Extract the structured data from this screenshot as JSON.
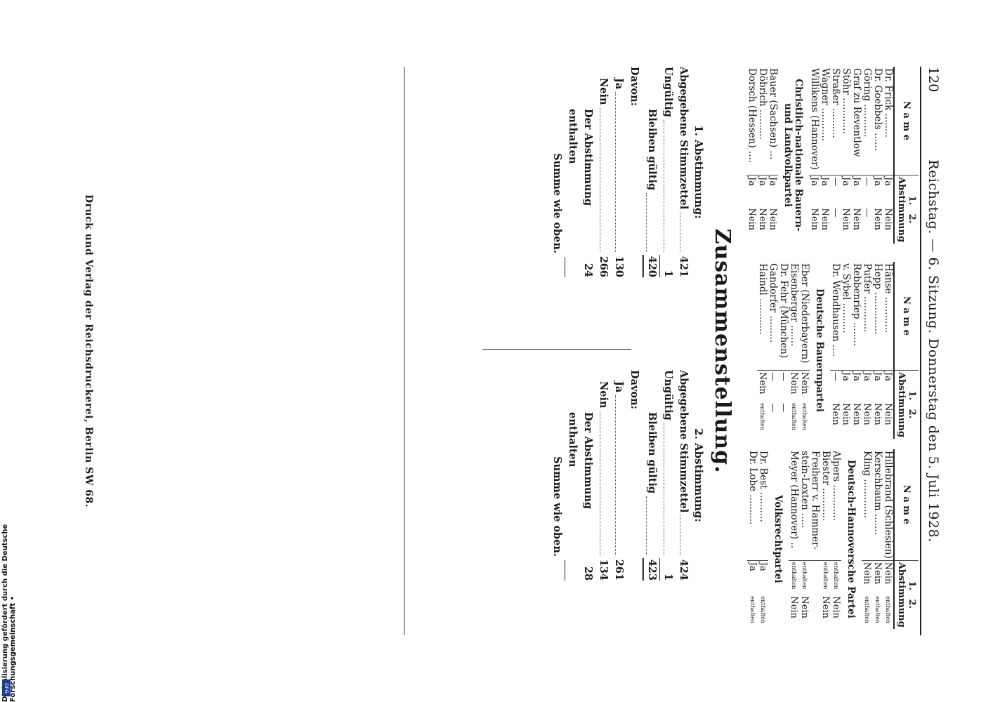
{
  "header": {
    "page_number": "120",
    "title": "Reichstag. — 6. Sitzung. Donnerstag den 5. Juli 1928."
  },
  "table_headers": {
    "name": "N a m e",
    "vote": "Abstimmung",
    "v1": "1.",
    "v2": "2."
  },
  "col1": [
    {
      "name": "Dr. Frick ........",
      "v1": "Ja",
      "v2": "Nein"
    },
    {
      "name": "Dr. Goebbels ......",
      "v1": "Ja",
      "v2": "Nein"
    },
    {
      "name": "Göring ...........",
      "v1": "—",
      "v2": "—"
    },
    {
      "name": "Graf zu Reventlow",
      "v1": "Ja",
      "v2": "Nein"
    },
    {
      "name": "Stöhr ............",
      "v1": "Ja",
      "v2": "Nein"
    },
    {
      "name": "Straßer ..........",
      "v1": "—",
      "v2": "—"
    },
    {
      "name": "Wagner ...........",
      "v1": "Ja",
      "v2": "Nein"
    },
    {
      "name": "Willikens (Hannover)",
      "v1": "Ja",
      "v2": "Nein"
    },
    {
      "party": "Christlich-nationale Bauern- und Landvolkpartei"
    },
    {
      "name": "Bauer (Sachsen) ...",
      "v1": "Ja",
      "v2": "Nein"
    },
    {
      "name": "Döbrich ..........",
      "v1": "Ja",
      "v2": "Nein"
    },
    {
      "name": "Dorsch (Hessen) ....",
      "v1": "Ja",
      "v2": "Nein"
    }
  ],
  "col2": [
    {
      "name": "Hänse ............",
      "v1": "Ja",
      "v2": "Nein"
    },
    {
      "name": "Hepp ..............",
      "v1": "Ja",
      "v2": "Nein"
    },
    {
      "name": "Putfer ............",
      "v1": "Ja",
      "v2": "Nein"
    },
    {
      "name": "Rebbenriep ........",
      "v1": "Ja",
      "v2": "Nein"
    },
    {
      "name": "v. Sybel ..........",
      "v1": "Ja",
      "v2": "Nein"
    },
    {
      "name": "Dr. Wendhausen ....",
      "v1": "—",
      "v2": "Nein"
    },
    {
      "party": "Deutsche Bauernpartei"
    },
    {
      "name": "Eber (Niederbayern)",
      "v1": "Nein",
      "v2": "enthalten",
      "small2": true
    },
    {
      "name": "Eisenberger .......",
      "v1": "Nein",
      "v2": "enthalten",
      "small2": true
    },
    {
      "name": "Dr. Fehr (München)",
      "v1": "—",
      "v2": "—"
    },
    {
      "name": "Gandorfer .........",
      "v1": "—",
      "v2": "—"
    },
    {
      "name": "Haindl ............",
      "v1": "Nein",
      "v2": "enthalten",
      "small2": true
    }
  ],
  "col3": [
    {
      "name": "Hillebrand (Schlesien)",
      "v1": "Nein",
      "v2": "enthalten",
      "small2": true
    },
    {
      "name": "Kerschbaum .......",
      "v1": "Nein",
      "v2": "enthalten",
      "small2": true
    },
    {
      "name": "Kling .............",
      "v1": "Nein",
      "v2": "enthalten",
      "small2": true
    },
    {
      "party": "Deutsch-Hannoversche Partei"
    },
    {
      "name": "Alpers ............",
      "v1": "enthalten",
      "v2": "Nein",
      "small1": true
    },
    {
      "name": "Biester ...........",
      "v1": "enthalten",
      "v2": "Nein",
      "small1": true
    },
    {
      "name": "Freiherr v. Hammer-",
      "v1": "",
      "v2": ""
    },
    {
      "name": "stein-Loxten .....",
      "v1": "enthalten",
      "v2": "Nein",
      "small1": true
    },
    {
      "name": "Meyer (Hannover) ..",
      "v1": "enthalten",
      "v2": "Nein",
      "small1": true
    },
    {
      "party": "Volksrechtpartei"
    },
    {
      "name": "Dr. Best ..........",
      "v1": "Ja",
      "v2": "enthalten",
      "small2": true
    },
    {
      "name": "Dr. Lobe ..........",
      "v1": "Ja",
      "v2": "enthalten",
      "small2": true
    }
  ],
  "summary": {
    "title": "Zusammenstellung.",
    "vote1": {
      "heading": "1. Abstimmung:",
      "abgegeben_label": "Abgegebene Stimmzettel",
      "abgegeben": "421",
      "ungueltig_label": "Ungültig",
      "ungueltig": "1",
      "gueltig_label": "Bleiben gültig",
      "gueltig": "420",
      "davon_label": "Davon:",
      "ja_label": "Ja",
      "ja": "130",
      "nein_label": "Nein",
      "nein": "266",
      "enth_label": "Der Abstimmung enthalten",
      "enth": "24",
      "summe_label": "Summe wie oben."
    },
    "vote2": {
      "heading": "2. Abstimmung:",
      "abgegeben_label": "Abgegebene Stimmzettel",
      "abgegeben": "424",
      "ungueltig_label": "Ungültig",
      "ungueltig": "1",
      "gueltig_label": "Bleiben gültig",
      "gueltig": "423",
      "davon_label": "Davon:",
      "ja_label": "Ja",
      "ja": "261",
      "nein_label": "Nein",
      "nein": "134",
      "enth_label": "Der Abstimmung enthalten",
      "enth": "28",
      "summe_label": "Summe wie oben."
    }
  },
  "imprint": "Druck und Verlag der Reichsdruckerei, Berlin SW 68.",
  "credit": "Digitalisierung gefördert durch die Deutsche Forschungsgemeinschaft •",
  "logo_text": "DFG"
}
